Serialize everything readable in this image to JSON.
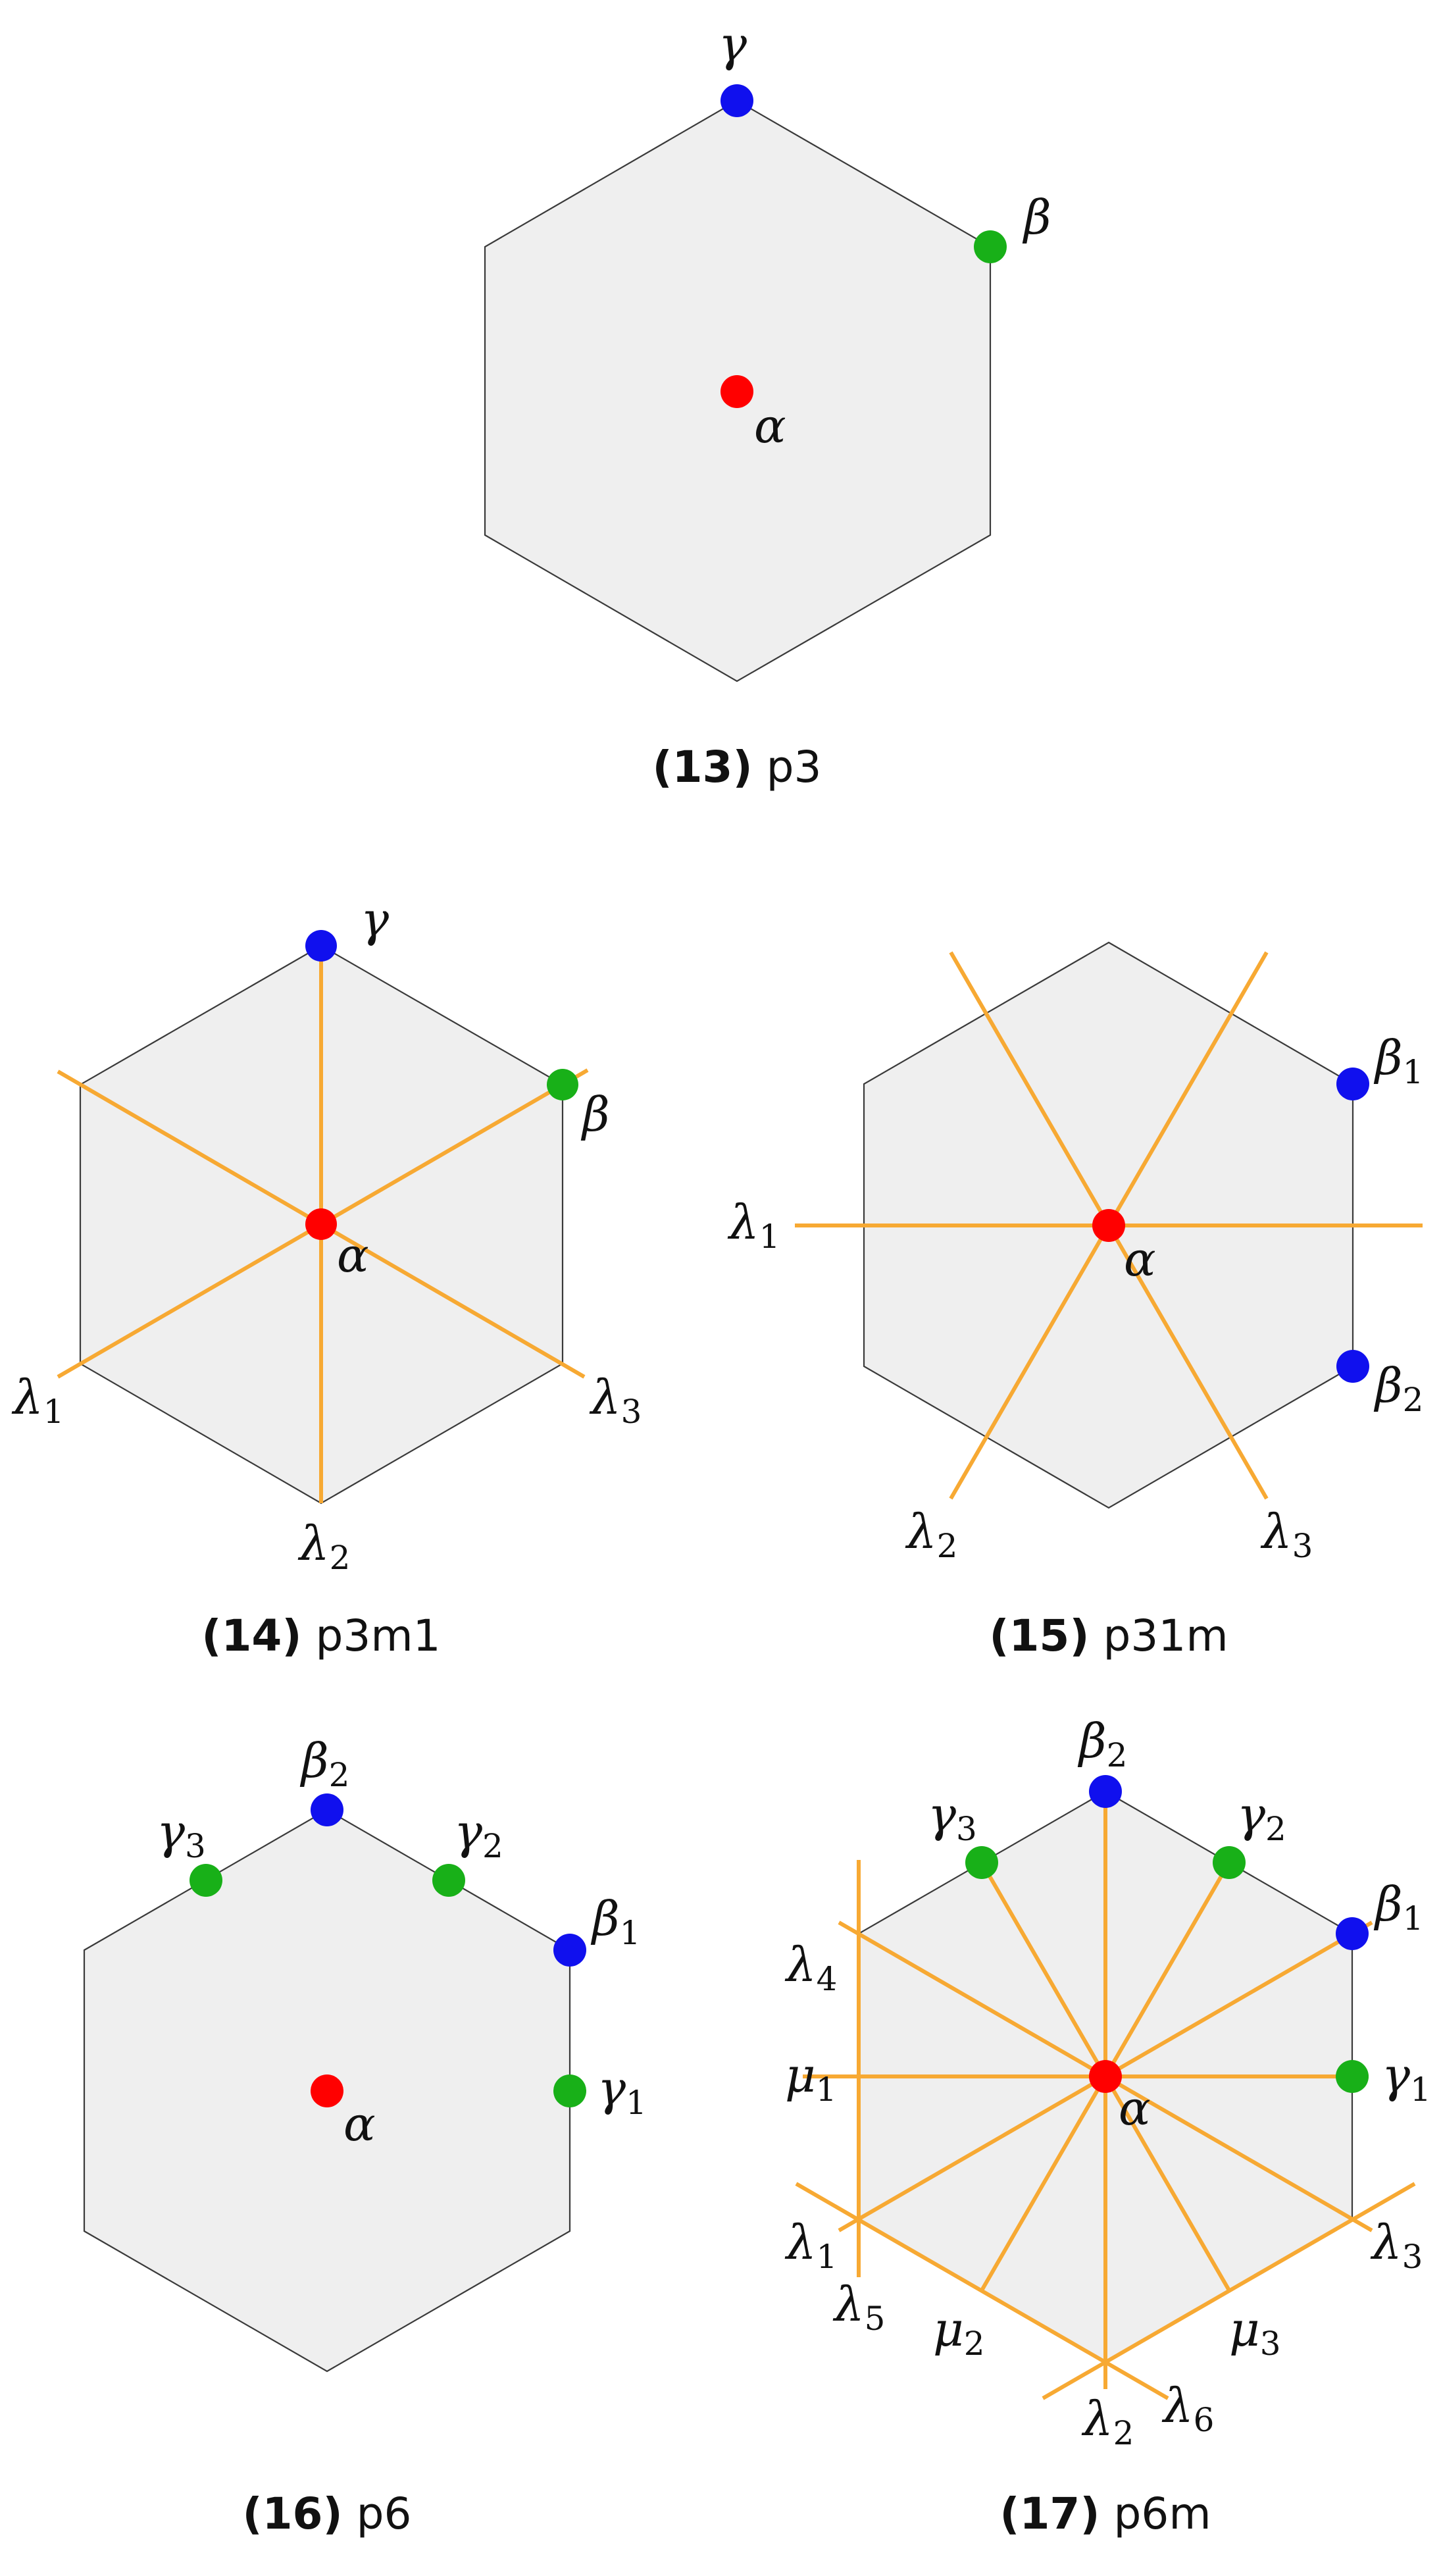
{
  "colors": {
    "hex_fill": "#efefef",
    "hex_stroke": "#3a3a3a",
    "mirror": "#f7a933",
    "alpha_point": "#ff0000",
    "beta_point": "#1010ee",
    "gamma_point": "#18b018",
    "text": "#111111"
  },
  "panels": [
    {
      "id": "p3",
      "number": "(13)",
      "name": "p3",
      "labels": {
        "alpha": "α",
        "beta": "β",
        "gamma": "γ"
      }
    },
    {
      "id": "p3m1",
      "number": "(14)",
      "name": "p3m1",
      "labels": {
        "alpha": "α",
        "beta": "β",
        "gamma": "γ",
        "lambda1": "λ",
        "lambda1_sub": "1",
        "lambda2": "λ",
        "lambda2_sub": "2",
        "lambda3": "λ",
        "lambda3_sub": "3"
      }
    },
    {
      "id": "p31m",
      "number": "(15)",
      "name": "p31m",
      "labels": {
        "alpha": "α",
        "beta1": "β",
        "beta1_sub": "1",
        "beta2": "β",
        "beta2_sub": "2",
        "lambda1": "λ",
        "lambda1_sub": "1",
        "lambda2": "λ",
        "lambda2_sub": "2",
        "lambda3": "λ",
        "lambda3_sub": "3"
      }
    },
    {
      "id": "p6",
      "number": "(16)",
      "name": "p6",
      "labels": {
        "alpha": "α",
        "beta1": "β",
        "beta1_sub": "1",
        "beta2": "β",
        "beta2_sub": "2",
        "gamma1": "γ",
        "gamma1_sub": "1",
        "gamma2": "γ",
        "gamma2_sub": "2",
        "gamma3": "γ",
        "gamma3_sub": "3"
      }
    },
    {
      "id": "p6m",
      "number": "(17)",
      "name": "p6m",
      "labels": {
        "alpha": "α",
        "beta1": "β",
        "beta1_sub": "1",
        "beta2": "β",
        "beta2_sub": "2",
        "gamma1": "γ",
        "gamma1_sub": "1",
        "gamma2": "γ",
        "gamma2_sub": "2",
        "gamma3": "γ",
        "gamma3_sub": "3",
        "lambda1": "λ",
        "lambda1_sub": "1",
        "lambda2": "λ",
        "lambda2_sub": "2",
        "lambda3": "λ",
        "lambda3_sub": "3",
        "lambda4": "λ",
        "lambda4_sub": "4",
        "lambda5": "λ",
        "lambda5_sub": "5",
        "lambda6": "λ",
        "lambda6_sub": "6",
        "mu1": "μ",
        "mu1_sub": "1",
        "mu2": "μ",
        "mu2_sub": "2",
        "mu3": "μ",
        "mu3_sub": "3"
      }
    }
  ]
}
